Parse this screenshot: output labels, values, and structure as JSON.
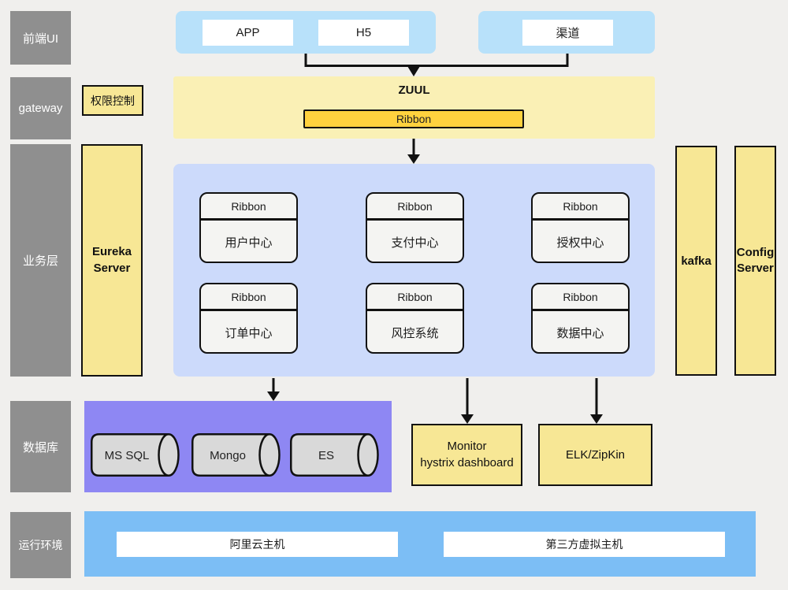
{
  "title": "microservice-architecture-diagram",
  "colors": {
    "background": "#f0efed",
    "layer_label_bg": "#8f8f8f",
    "frontend_panel_bg": "#b8e1fa",
    "gateway_panel_bg": "#faf0b5",
    "accent_gold": "#ffd23e",
    "business_panel_bg": "#ccdafb",
    "side_box_bg": "#f7e795",
    "database_panel_bg": "#8e87f3",
    "runtime_panel_bg": "#7cbef5",
    "card_bg": "#f4f4f2",
    "cylinder_bg": "#d9d9d9"
  },
  "layers": {
    "frontend": "前端UI",
    "gateway": "gateway",
    "business": "业务层",
    "database": "数据库",
    "runtime": "运行环境"
  },
  "frontend": {
    "app": "APP",
    "h5": "H5",
    "channel": "渠道"
  },
  "gateway": {
    "auth": "权限控制",
    "zuul": "ZUUL",
    "ribbon": "Ribbon"
  },
  "business": {
    "eureka": "Eureka Server",
    "kafka": "kafka",
    "config": "Config Server",
    "services": [
      {
        "top": "Ribbon",
        "label": "用户中心"
      },
      {
        "top": "Ribbon",
        "label": "支付中心"
      },
      {
        "top": "Ribbon",
        "label": "授权中心"
      },
      {
        "top": "Ribbon",
        "label": "订单中心"
      },
      {
        "top": "Ribbon",
        "label": "风控系统"
      },
      {
        "top": "Ribbon",
        "label": "数据中心"
      }
    ]
  },
  "database": {
    "cylinders": [
      "MS SQL",
      "Mongo",
      "ES"
    ],
    "monitor_line1": "Monitor",
    "monitor_line2": "hystrix dashboard",
    "elk": "ELK/ZipKin"
  },
  "runtime": {
    "host1": "阿里云主机",
    "host2": "第三方虚拟主机"
  }
}
